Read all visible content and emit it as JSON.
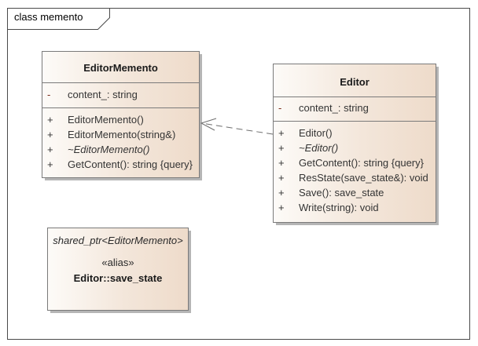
{
  "diagram": {
    "frame_title": "class memento"
  },
  "editor_memento": {
    "name": "EditorMemento",
    "attributes": [
      {
        "visibility": "-",
        "text": "content_: string"
      }
    ],
    "operations": [
      {
        "visibility": "+",
        "text": "EditorMemento()"
      },
      {
        "visibility": "+",
        "text": "EditorMemento(string&)"
      },
      {
        "visibility": "+",
        "text": "~EditorMemento()"
      },
      {
        "visibility": "+",
        "text": "GetContent(): string {query}"
      }
    ]
  },
  "editor": {
    "name": "Editor",
    "attributes": [
      {
        "visibility": "-",
        "text": "content_: string"
      }
    ],
    "operations": [
      {
        "visibility": "+",
        "text": "Editor()"
      },
      {
        "visibility": "+",
        "text": "~Editor()"
      },
      {
        "visibility": "+",
        "text": "GetContent(): string {query}"
      },
      {
        "visibility": "+",
        "text": "ResState(save_state&): void"
      },
      {
        "visibility": "+",
        "text": "Save(): save_state"
      },
      {
        "visibility": "+",
        "text": "Write(string): void"
      }
    ]
  },
  "alias": {
    "stereotype_type": "shared_ptr<EditorMemento>",
    "stereotype": "«alias»",
    "name": "Editor::save_state"
  },
  "colors": {
    "border": "#7a7a7a",
    "fill_start": "#fdfbf8",
    "fill_end": "#eedbca",
    "dependency_line": "#6e6e6e"
  }
}
